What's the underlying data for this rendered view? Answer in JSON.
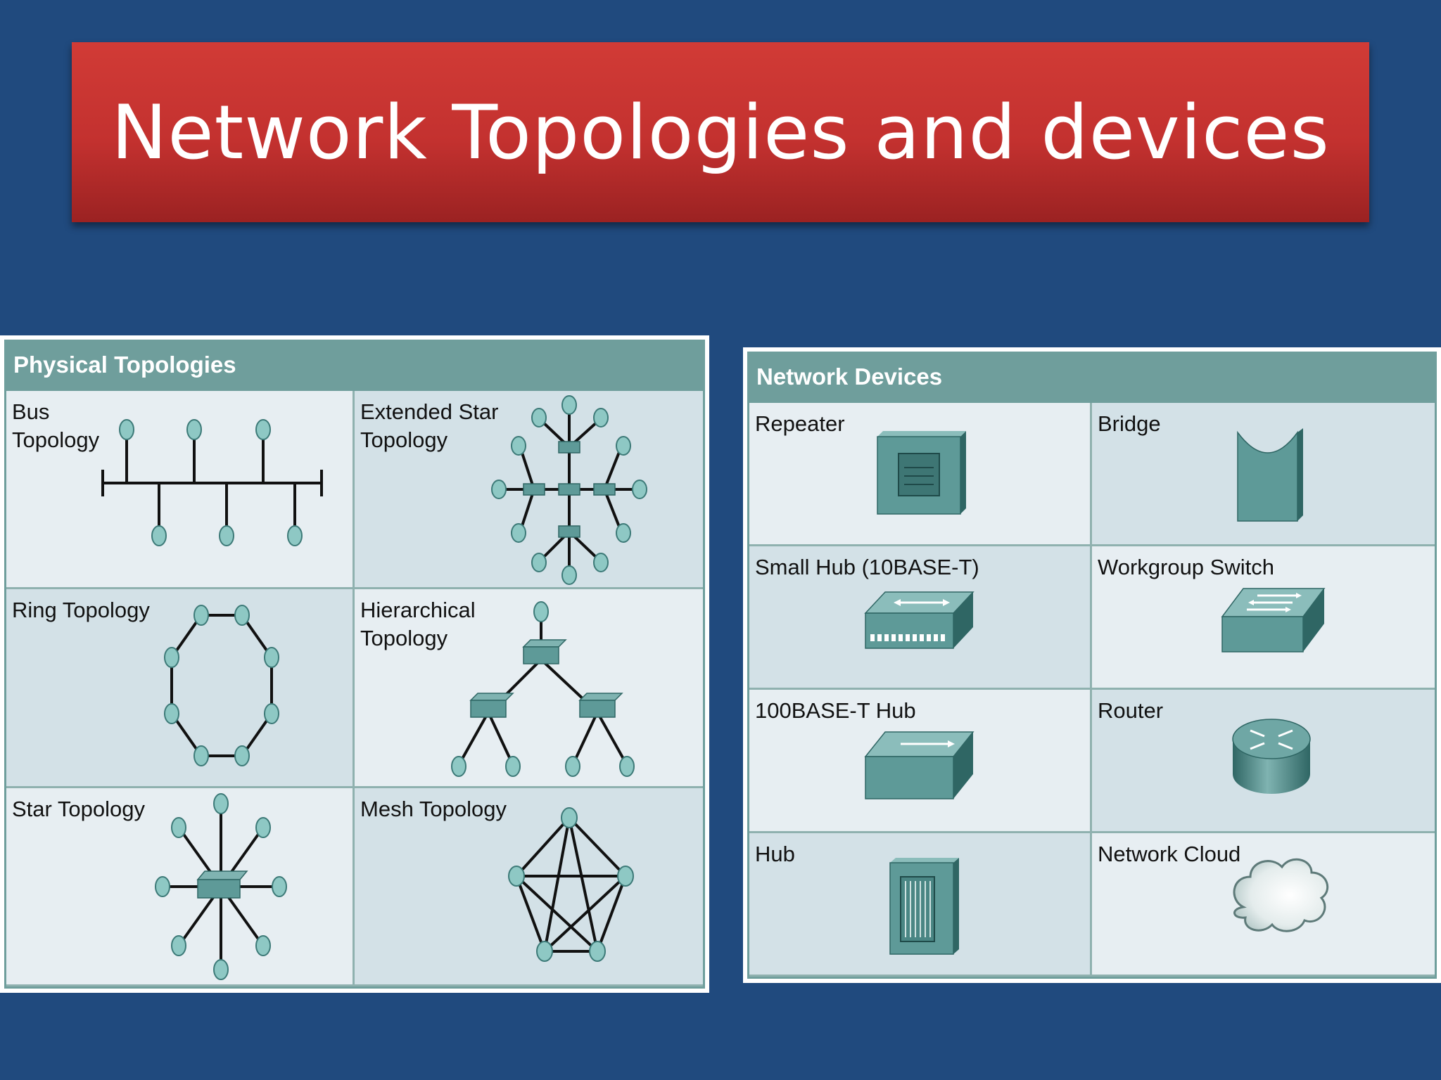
{
  "title": "Network Topologies and devices",
  "physical_topologies": {
    "header": "Physical Topologies",
    "cells": [
      {
        "label": "Bus\nTopology",
        "icon": "bus-topology"
      },
      {
        "label": "Extended Star\nTopology",
        "icon": "extended-star-topology"
      },
      {
        "label": "Ring Topology",
        "icon": "ring-topology"
      },
      {
        "label": "Hierarchical\nTopology",
        "icon": "hierarchical-topology"
      },
      {
        "label": "Star Topology",
        "icon": "star-topology"
      },
      {
        "label": "Mesh Topology",
        "icon": "mesh-topology"
      }
    ]
  },
  "network_devices": {
    "header": "Network Devices",
    "cells": [
      {
        "label": "Repeater",
        "icon": "repeater"
      },
      {
        "label": "Bridge",
        "icon": "bridge"
      },
      {
        "label": "Small Hub (10BASE-T)",
        "icon": "small-hub"
      },
      {
        "label": "Workgroup Switch",
        "icon": "workgroup-switch"
      },
      {
        "label": "100BASE-T Hub",
        "icon": "100base-t-hub"
      },
      {
        "label": "Router",
        "icon": "router"
      },
      {
        "label": "Hub",
        "icon": "hub"
      },
      {
        "label": "Network Cloud",
        "icon": "network-cloud"
      }
    ]
  },
  "colors": {
    "background": "#204a7e",
    "banner": "#c3312f",
    "header": "#6f9e9c",
    "node": "#8ec8c4",
    "device": "#4f8a8c"
  }
}
